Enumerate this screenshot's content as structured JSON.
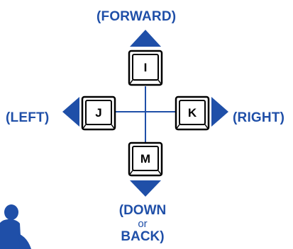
{
  "directions": {
    "forward": "(FORWARD)",
    "left": "(LEFT)",
    "right": "(RIGHT)",
    "down": "(DOWN",
    "or": "or",
    "back": "BACK)"
  },
  "keys": {
    "up": "I",
    "left": "J",
    "right": "K",
    "down": "M"
  },
  "colors": {
    "accent": "#1f4fa8",
    "key_border": "#000000",
    "key_face": "#ffffff"
  }
}
